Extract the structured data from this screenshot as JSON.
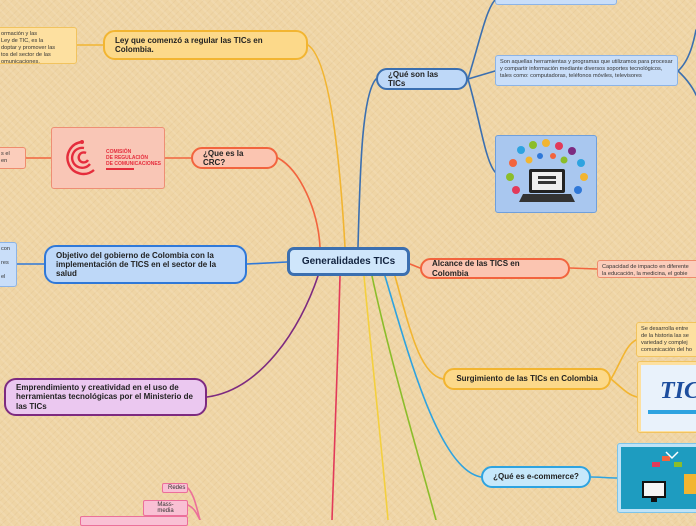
{
  "center": {
    "title": "Generalidades TICs"
  },
  "branches": {
    "ley": "Ley  que comenzó a regular  las TICs en Colombia.",
    "crc": "¿Que es la CRC?",
    "objetivo": "Objetivo del gobierno de Colombia con la implementación de TICS en el sector de la salud",
    "emprendimiento": "Emprendimiento y creatividad en el uso de herramientas tecnológicas por el Ministerio de las TICs",
    "que_son": "¿Qué son las TICs",
    "alcance": "Alcance de las TICS en Colombia",
    "surgimiento": "Surgimiento de las TICs en Colombia",
    "ecommerce": "¿Qué es e-commerce?"
  },
  "notes": {
    "ley": "ormación y las\n Ley de TIC, es la\ndoptar y promover las\ntos del sector de las\nomunicaciones.",
    "crc": "s el\n en",
    "objetivo": "con\n\nres\n\n el",
    "que_son": "Son aquellas herramientas y programas que utilizamos para procesar y compartir información mediante diversos soportes tecnológicos, tales como: computadoras, teléfonos móviles, televisores",
    "alcance": "Capacidad de impacto en diferente\nla educación, la medicina, el gobie",
    "surgimiento": "Se desarrolla entre\nde la historia las se\nvariedad y complej\ncomunicación del ho"
  },
  "crc_logo": {
    "line1": "COMISIÓN",
    "line2": "DE REGULACIÓN",
    "line3": "DE COMUNICACIONES",
    "brand_color": "#e52d3c"
  },
  "tics_image_text": "TIC",
  "sub_tags": [
    "Redes",
    "Mass- media"
  ],
  "colors": {
    "yellow": "#f2b531",
    "orange": "#f2643e",
    "blue": "#2f78d8",
    "purple": "#7d2a80",
    "sky": "#2ea3e0",
    "navy": "#3b6fb0",
    "green": "#8bbd2a",
    "red": "#e23a5a"
  }
}
